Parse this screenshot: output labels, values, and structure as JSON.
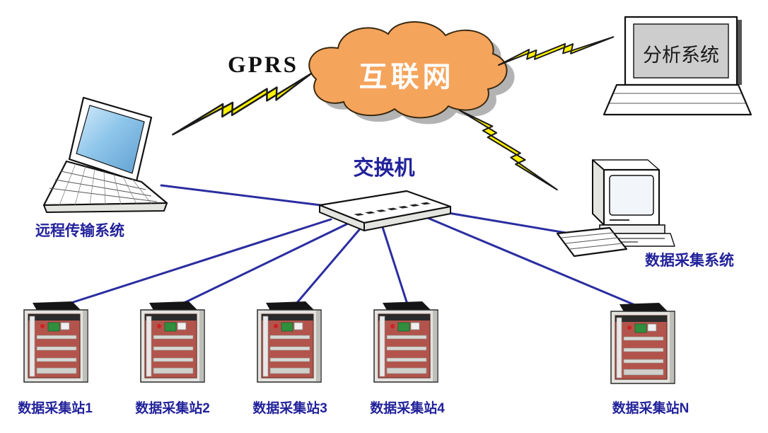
{
  "diagram": {
    "title_labels": {
      "gprs": "GPRS",
      "cloud": "互联网",
      "switch": "交换机",
      "remote_system": "远程传输系统",
      "analysis_system": "分析系统",
      "daq_system": "数据采集系统"
    },
    "stations": [
      {
        "label": "数据采集站1"
      },
      {
        "label": "数据采集站2"
      },
      {
        "label": "数据采集站3"
      },
      {
        "label": "数据采集站4"
      },
      {
        "label": "数据采集站N"
      }
    ],
    "colors": {
      "background": "#FFFFFF",
      "cloud_fill": "#F5A45C",
      "cloud_text": "#FFFFFF",
      "label_blue": "#22229B",
      "line_blue": "#2B2EA0",
      "bolt_yellow": "#FFF200",
      "cabinet_panel_red": "#B2544B"
    }
  }
}
